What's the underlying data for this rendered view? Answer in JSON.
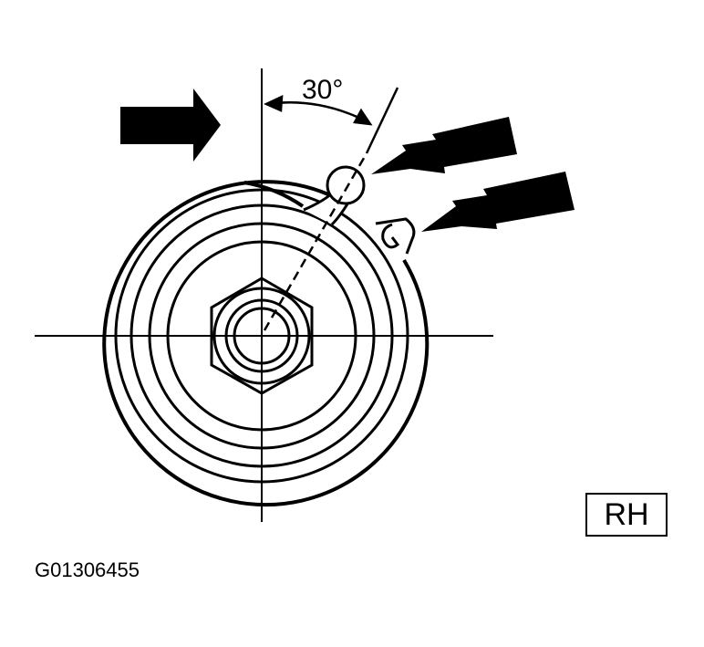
{
  "diagram": {
    "angle_label": "30°",
    "side_label": "RH",
    "figure_id": "G01306455",
    "colors": {
      "ink": "#000000",
      "paper": "#ffffff"
    }
  }
}
